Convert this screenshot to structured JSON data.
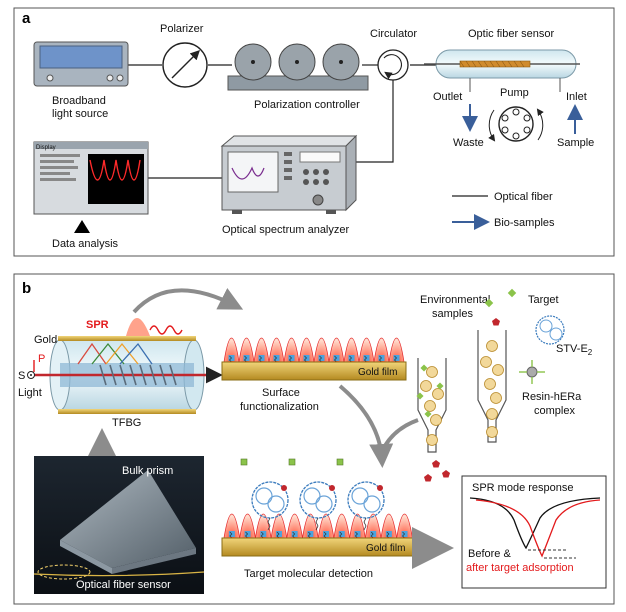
{
  "panel_a": {
    "letter": "a",
    "broadband_line1": "Broadband",
    "broadband_line2": "light source",
    "polarizer": "Polarizer",
    "polarization_controller": "Polarization controller",
    "circulator": "Circulator",
    "optic_fiber_sensor": "Optic fiber sensor",
    "outlet": "Outlet",
    "pump": "Pump",
    "inlet": "Inlet",
    "waste": "Waste",
    "sample": "Sample",
    "data_analysis": "Data analysis",
    "osa": "Optical spectrum analyzer",
    "legend_fiber": "Optical fiber",
    "legend_bio": "Bio-samples",
    "display_title": "Display"
  },
  "panel_b": {
    "letter": "b",
    "gold": "Gold",
    "spr": "SPR",
    "p": "P",
    "s": "S",
    "light": "Light",
    "tfbg": "TFBG",
    "gold_film_top": "Gold film",
    "surface_line1": "Surface",
    "surface_line2": "functionalization",
    "env_line1": "Environmental",
    "env_line2": "samples",
    "target": "Target",
    "stv_base": "STV-E",
    "stv_sub": "2",
    "resin_line1": "Resin-hERa",
    "resin_line2": "complex",
    "bulk_prism": "Bulk prism",
    "optical_fiber_sensor": "Optical fiber sensor",
    "gold_film_bottom": "Gold film",
    "target_detection": "Target molecular detection",
    "spr_response": "SPR mode response",
    "before": "Before &",
    "after": "after target adsorption"
  },
  "colors": {
    "accent_red": "#e31a1c",
    "arrow_blue": "#3a5f9a",
    "gold": "#d9b445",
    "flow_gray": "#8c8c8c"
  }
}
